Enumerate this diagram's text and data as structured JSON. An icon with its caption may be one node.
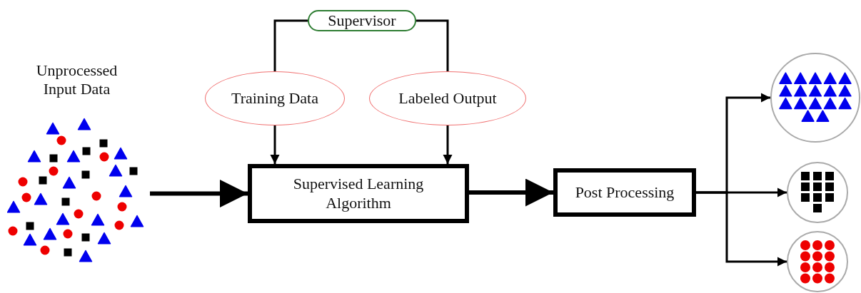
{
  "diagram": {
    "nodes": [
      {
        "text": [
          "Supervisor"
        ]
      },
      {
        "text": [
          "Training Data"
        ]
      },
      {
        "text": [
          "Labeled Output"
        ]
      },
      {
        "text": [
          "Unprocessed Input Data"
        ]
      },
      {
        "text": [
          "Supervised Learning Algorithm"
        ]
      },
      {
        "text": [
          "Post Processing"
        ]
      },
      {
        "text": [],
        "shape": "circle"
      },
      {
        "text": [],
        "shape": "circle"
      },
      {
        "text": [],
        "shape": "circle"
      }
    ],
    "edges": [
      {
        "from": 0,
        "to": 1,
        "arrow": "none"
      },
      {
        "from": 0,
        "to": 2,
        "arrow": "none"
      },
      {
        "from": 1,
        "to": 4,
        "arrow": "to"
      },
      {
        "from": 2,
        "to": 4,
        "arrow": "to"
      },
      {
        "from": 3,
        "to": 4,
        "arrow": "to",
        "style": "thick"
      },
      {
        "from": 4,
        "to": 5,
        "arrow": "to",
        "style": "thick"
      },
      {
        "from": 5,
        "to": 6,
        "arrow": "to"
      },
      {
        "from": 5,
        "to": 7,
        "arrow": "to"
      },
      {
        "from": 5,
        "to": 8,
        "arrow": "to"
      }
    ]
  }
}
